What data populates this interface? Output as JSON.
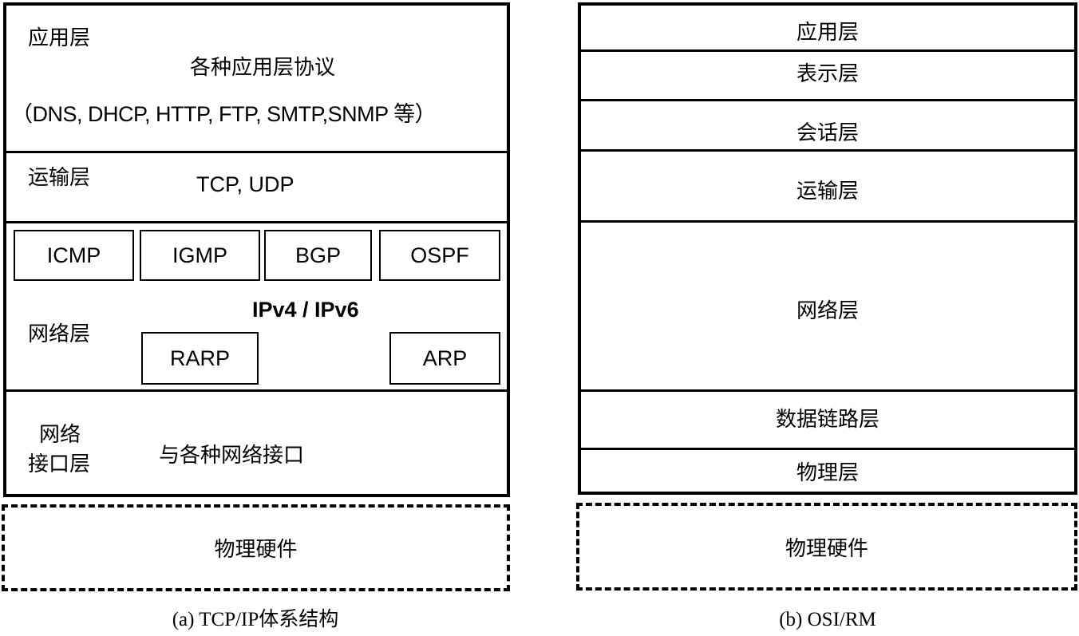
{
  "tcpip": {
    "application": {
      "layer_name": "应用层",
      "title": "各种应用层协议",
      "protocols": "（DNS, DHCP, HTTP, FTP, SMTP,SNMP 等）"
    },
    "transport": {
      "layer_name": "运输层",
      "protocols": "TCP, UDP"
    },
    "network": {
      "layer_name": "网络层",
      "top_protocols": [
        "ICMP",
        "IGMP",
        "BGP",
        "OSPF"
      ],
      "core": "IPv4 / IPv6",
      "bottom_protocols": [
        "RARP",
        "ARP"
      ]
    },
    "interface": {
      "layer_name_line1": "网络",
      "layer_name_line2": "接口层",
      "content": "与各种网络接口"
    },
    "hardware": "物理硬件",
    "caption": "(a)  TCP/IP体系结构"
  },
  "osi": {
    "layers": [
      "应用层",
      "表示层",
      "会话层",
      "运输层",
      "网络层",
      "数据链路层",
      "物理层"
    ],
    "hardware": "物理硬件",
    "caption": "(b)  OSI/RM"
  }
}
